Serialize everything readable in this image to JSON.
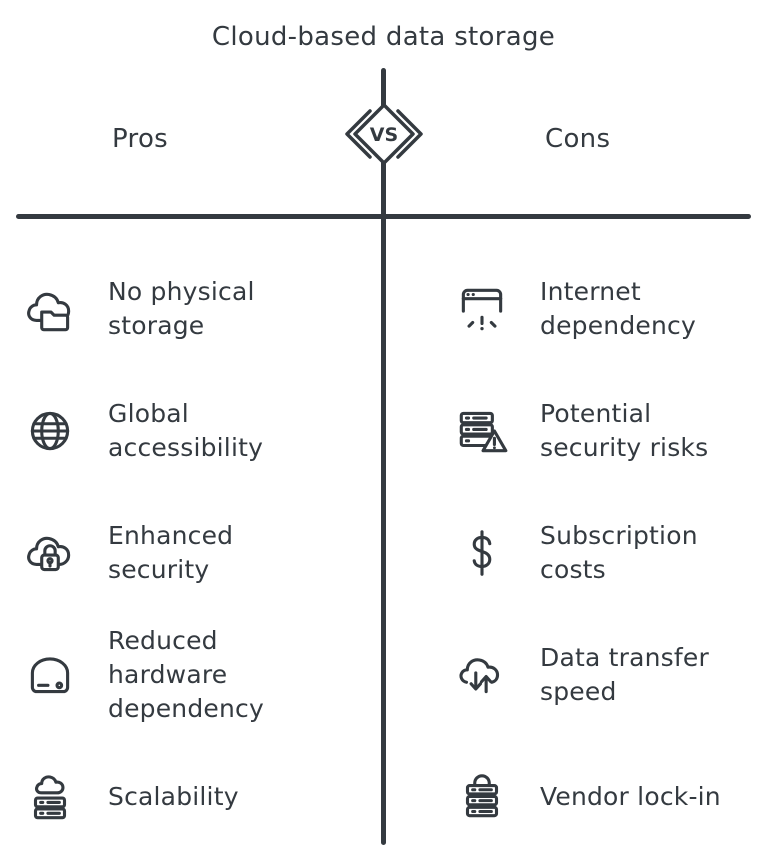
{
  "title": "Cloud-based data storage",
  "vs_label": "VS",
  "colors": {
    "ink": "#343a40",
    "background": "#ffffff"
  },
  "pros": {
    "header": "Pros",
    "items": [
      {
        "icon": "cloud-folder-icon",
        "label": "No physical storage"
      },
      {
        "icon": "globe-icon",
        "label": "Global accessibility"
      },
      {
        "icon": "cloud-lock-icon",
        "label": "Enhanced security"
      },
      {
        "icon": "hard-drive-icon",
        "label": "Reduced hardware dependency"
      },
      {
        "icon": "cloud-server-icon",
        "label": "Scalability"
      }
    ]
  },
  "cons": {
    "header": "Cons",
    "items": [
      {
        "icon": "browser-warning-icon",
        "label": "Internet dependency"
      },
      {
        "icon": "server-warning-icon",
        "label": "Potential security risks"
      },
      {
        "icon": "dollar-icon",
        "label": "Subscription costs"
      },
      {
        "icon": "cloud-arrows-icon",
        "label": "Data transfer speed"
      },
      {
        "icon": "server-lock-icon",
        "label": "Vendor lock-in"
      }
    ]
  }
}
